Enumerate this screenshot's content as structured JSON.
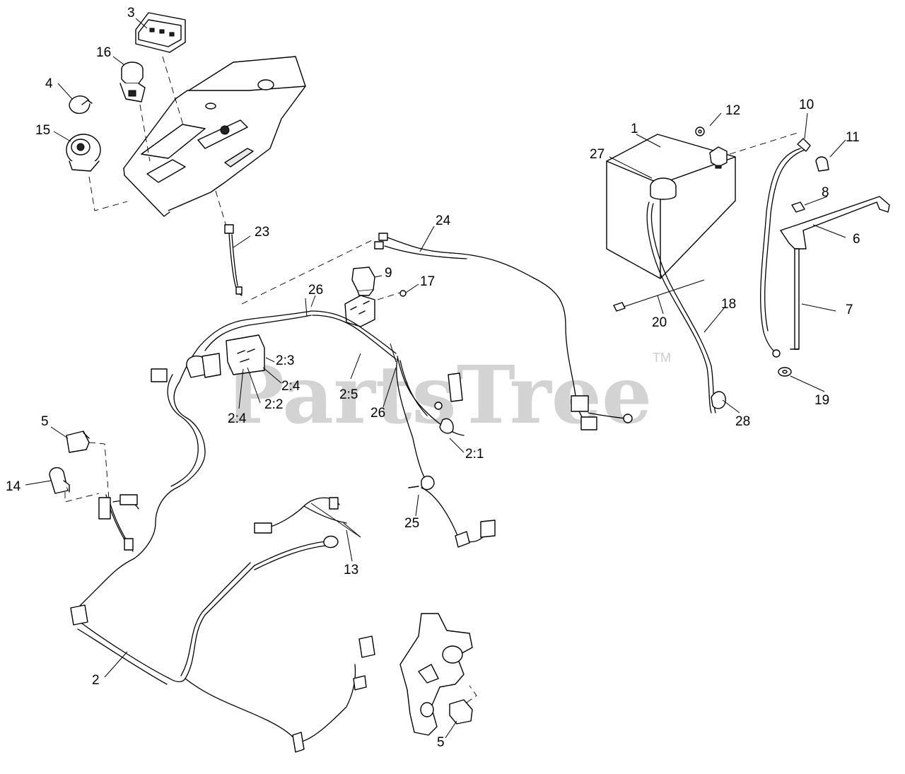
{
  "watermark": {
    "text": "PartsTree",
    "tm": "TM"
  },
  "callouts": [
    {
      "id": "c1",
      "label": "1"
    },
    {
      "id": "c2",
      "label": "2"
    },
    {
      "id": "c2_1",
      "label": "2:1"
    },
    {
      "id": "c2_2",
      "label": "2:2"
    },
    {
      "id": "c2_3",
      "label": "2:3"
    },
    {
      "id": "c2_4a",
      "label": "2:4"
    },
    {
      "id": "c2_4b",
      "label": "2:4"
    },
    {
      "id": "c2_5",
      "label": "2:5"
    },
    {
      "id": "c3",
      "label": "3"
    },
    {
      "id": "c4",
      "label": "4"
    },
    {
      "id": "c5a",
      "label": "5"
    },
    {
      "id": "c5b",
      "label": "5"
    },
    {
      "id": "c6",
      "label": "6"
    },
    {
      "id": "c7",
      "label": "7"
    },
    {
      "id": "c8",
      "label": "8"
    },
    {
      "id": "c9",
      "label": "9"
    },
    {
      "id": "c10",
      "label": "10"
    },
    {
      "id": "c11",
      "label": "11"
    },
    {
      "id": "c12",
      "label": "12"
    },
    {
      "id": "c13",
      "label": "13"
    },
    {
      "id": "c14",
      "label": "14"
    },
    {
      "id": "c15",
      "label": "15"
    },
    {
      "id": "c16",
      "label": "16"
    },
    {
      "id": "c17",
      "label": "17"
    },
    {
      "id": "c18",
      "label": "18"
    },
    {
      "id": "c19",
      "label": "19"
    },
    {
      "id": "c20",
      "label": "20"
    },
    {
      "id": "c23",
      "label": "23"
    },
    {
      "id": "c24",
      "label": "24"
    },
    {
      "id": "c25",
      "label": "25"
    },
    {
      "id": "c26a",
      "label": "26"
    },
    {
      "id": "c26b",
      "label": "26"
    },
    {
      "id": "c27",
      "label": "27"
    },
    {
      "id": "c28",
      "label": "28"
    }
  ]
}
